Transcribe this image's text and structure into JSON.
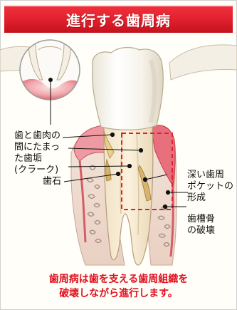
{
  "title": "進行する歯周病",
  "labels": {
    "plaque": "歯と歯肉の\n間にたまっ\nた歯垢\n(クラーク)",
    "calculus": "歯石",
    "pocket": "深い歯周\nポケットの\n形成",
    "bone": "歯槽骨\nの破壊"
  },
  "caption": "歯周病は歯を支える歯周組織を\n破壊しながら進行します。",
  "colors": {
    "title_bg": "#e01f2c",
    "caption_text": "#e0101e",
    "dashed_box": "#e0202a",
    "gum": "#e8808a",
    "bone": "#f0d8cc"
  }
}
